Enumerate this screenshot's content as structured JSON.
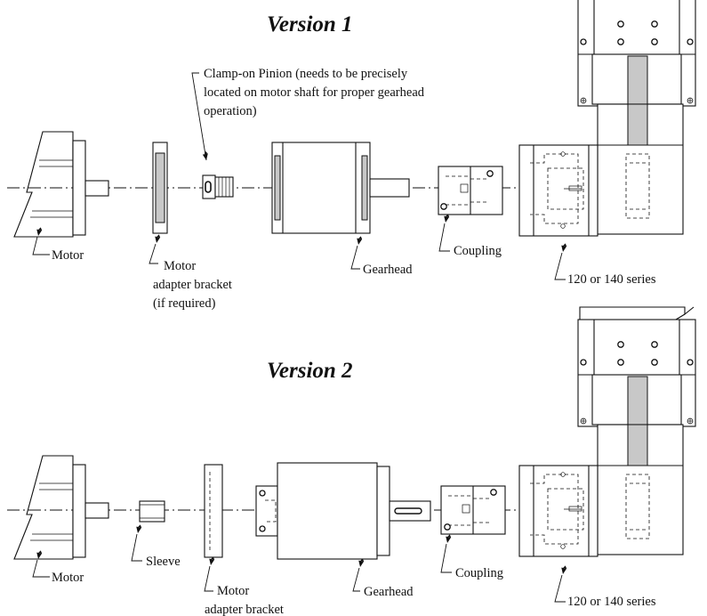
{
  "version1": {
    "title": "Version 1",
    "labels": {
      "pinion_line1": "Clamp-on Pinion (needs to be precisely",
      "pinion_line2": "located on motor shaft for proper gearhead",
      "pinion_line3": "operation)",
      "motor": "Motor",
      "bracket_line1": "Motor",
      "bracket_line2": "adapter bracket",
      "bracket_line3": "(if required)",
      "gearhead": "Gearhead",
      "coupling": "Coupling",
      "series": "120 or 140 series"
    }
  },
  "version2": {
    "title": "Version 2",
    "labels": {
      "motor": "Motor",
      "sleeve": "Sleeve",
      "bracket_line1": "Motor",
      "bracket_line2": "adapter bracket",
      "gearhead": "Gearhead",
      "coupling": "Coupling",
      "series": "120 or 140 series"
    }
  }
}
